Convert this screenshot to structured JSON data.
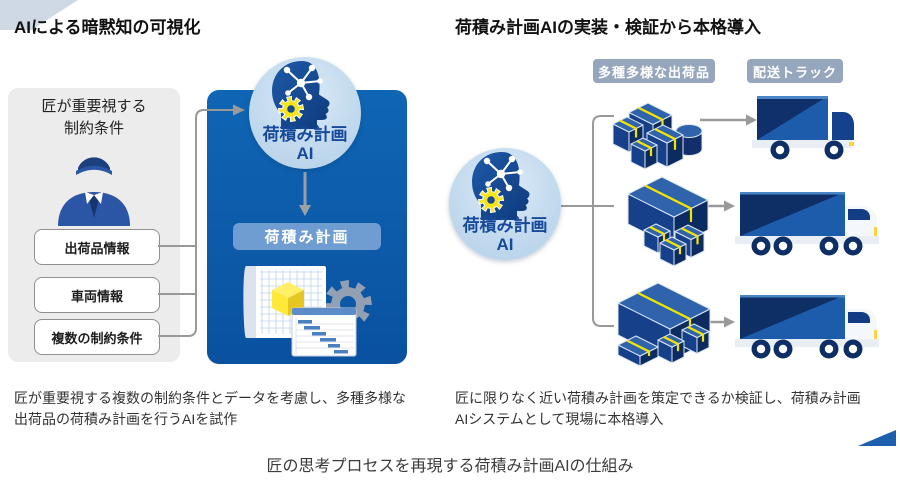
{
  "left_section": {
    "title": "AIによる暗黙知の可視化",
    "constraints_panel": {
      "heading_line1": "匠が重要視する",
      "heading_line2": "制約条件",
      "items": [
        "出荷品情報",
        "車両情報",
        "複数の制約条件"
      ]
    },
    "plan_bar_label": "荷積み計画",
    "caption_line1": "匠が重要視する複数の制約条件とデータを考慮し、多種多様な",
    "caption_line2": "出荷品の荷積み計画を行うAIを試作"
  },
  "right_section": {
    "title": "荷積み計画AIの実装・検証から本格導入",
    "badges": {
      "shipments": "多種多様な出荷品",
      "trucks": "配送トラック"
    },
    "caption_line1": "匠に限りなく近い荷積み計画を策定できるか検証し、荷積み計画",
    "caption_line2": "AIシステムとして現場に本格導入"
  },
  "ai_circle": {
    "label_line1": "荷積み計画",
    "label_line2": "AI"
  },
  "footer": {
    "caption": "匠の思考プロセスを再現する荷積み計画AIの仕組み"
  },
  "icons": {
    "ai_brain": "head-profile-with-network-and-gear-icon",
    "worker": "worker-person-icon",
    "blueprint": "loading-plan-blueprint-icon",
    "gantt": "gantt-chart-icon",
    "gear": "gear-icon",
    "cargo_boxes": "isometric-cargo-boxes-icon",
    "truck": "delivery-truck-icon"
  },
  "colors": {
    "panel_blue": "#0b5dab",
    "circle_light_blue": "#c3daee",
    "head_navy": "#174b8f",
    "gear_yellow": "#f6e51e",
    "badge_gray": "#95a6bd",
    "cargo_navy": "#0e2f66",
    "strap_yellow": "#f5e400",
    "connector_gray": "#999999"
  }
}
